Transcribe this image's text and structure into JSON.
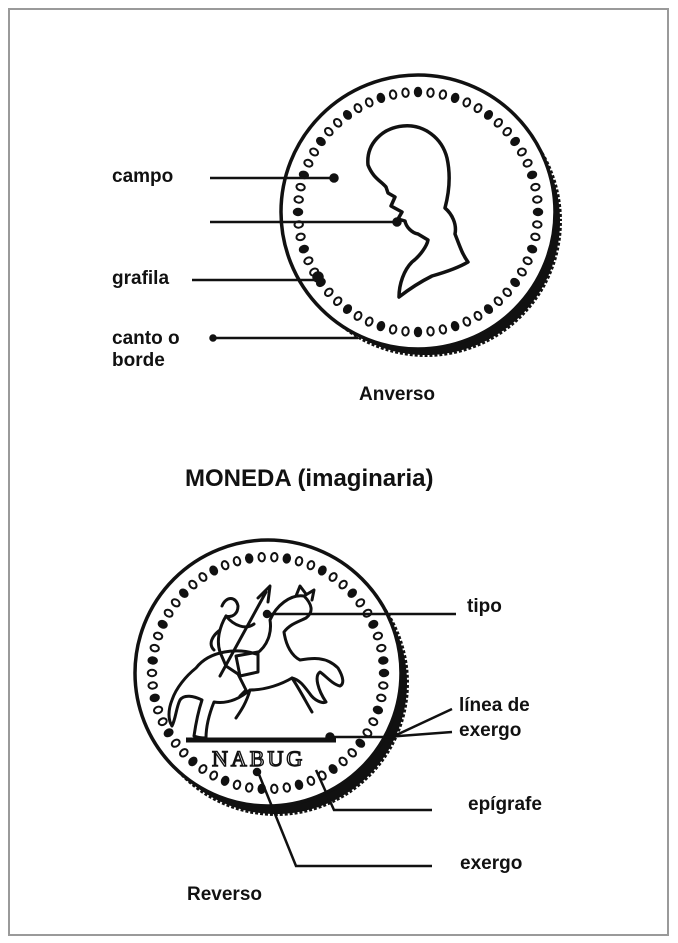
{
  "title": "MONEDA (imaginaria)",
  "obverse": {
    "caption": "Anverso",
    "labels": {
      "campo": "campo",
      "grafila": "grafila",
      "canto": "canto     o",
      "borde": "borde"
    }
  },
  "reverse": {
    "caption": "Reverso",
    "labels": {
      "tipo": "tipo",
      "linea_exergo_1": "línea de",
      "linea_exergo_2": "exergo",
      "epigrafe": "epígrafe",
      "exergo": "exergo"
    },
    "inscription": "NABUG"
  },
  "colors": {
    "ink": "#111111",
    "frame": "#9a9a9a"
  }
}
